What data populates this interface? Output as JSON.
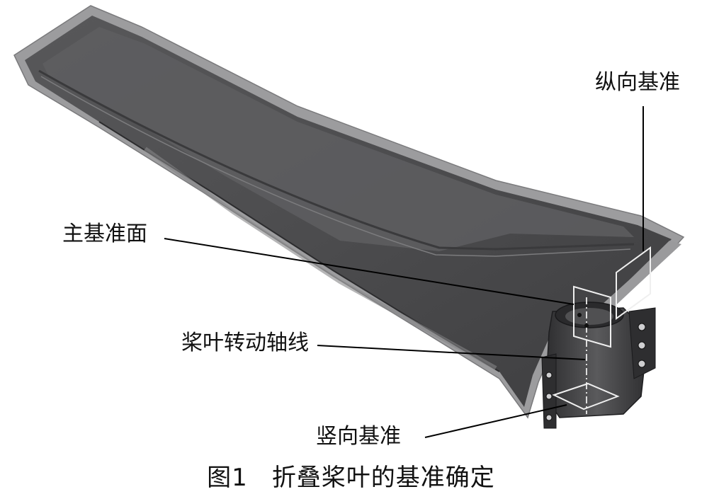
{
  "labels": {
    "longitudinal_datum": "纵向基准",
    "main_datum_plane": "主基准面",
    "blade_rotation_axis": "桨叶转动轴线",
    "vertical_datum": "竖向基准"
  },
  "caption": {
    "figure_number": "图1",
    "title": "折叠桨叶的基准确定"
  },
  "colors": {
    "blade_dark": "#4a4a4c",
    "blade_mid": "#6a6a6c",
    "blade_light": "#9a9a9c",
    "hub": "#3a3a3c",
    "datum_plane": "#f2f2f2",
    "leader_line": "#000000"
  }
}
